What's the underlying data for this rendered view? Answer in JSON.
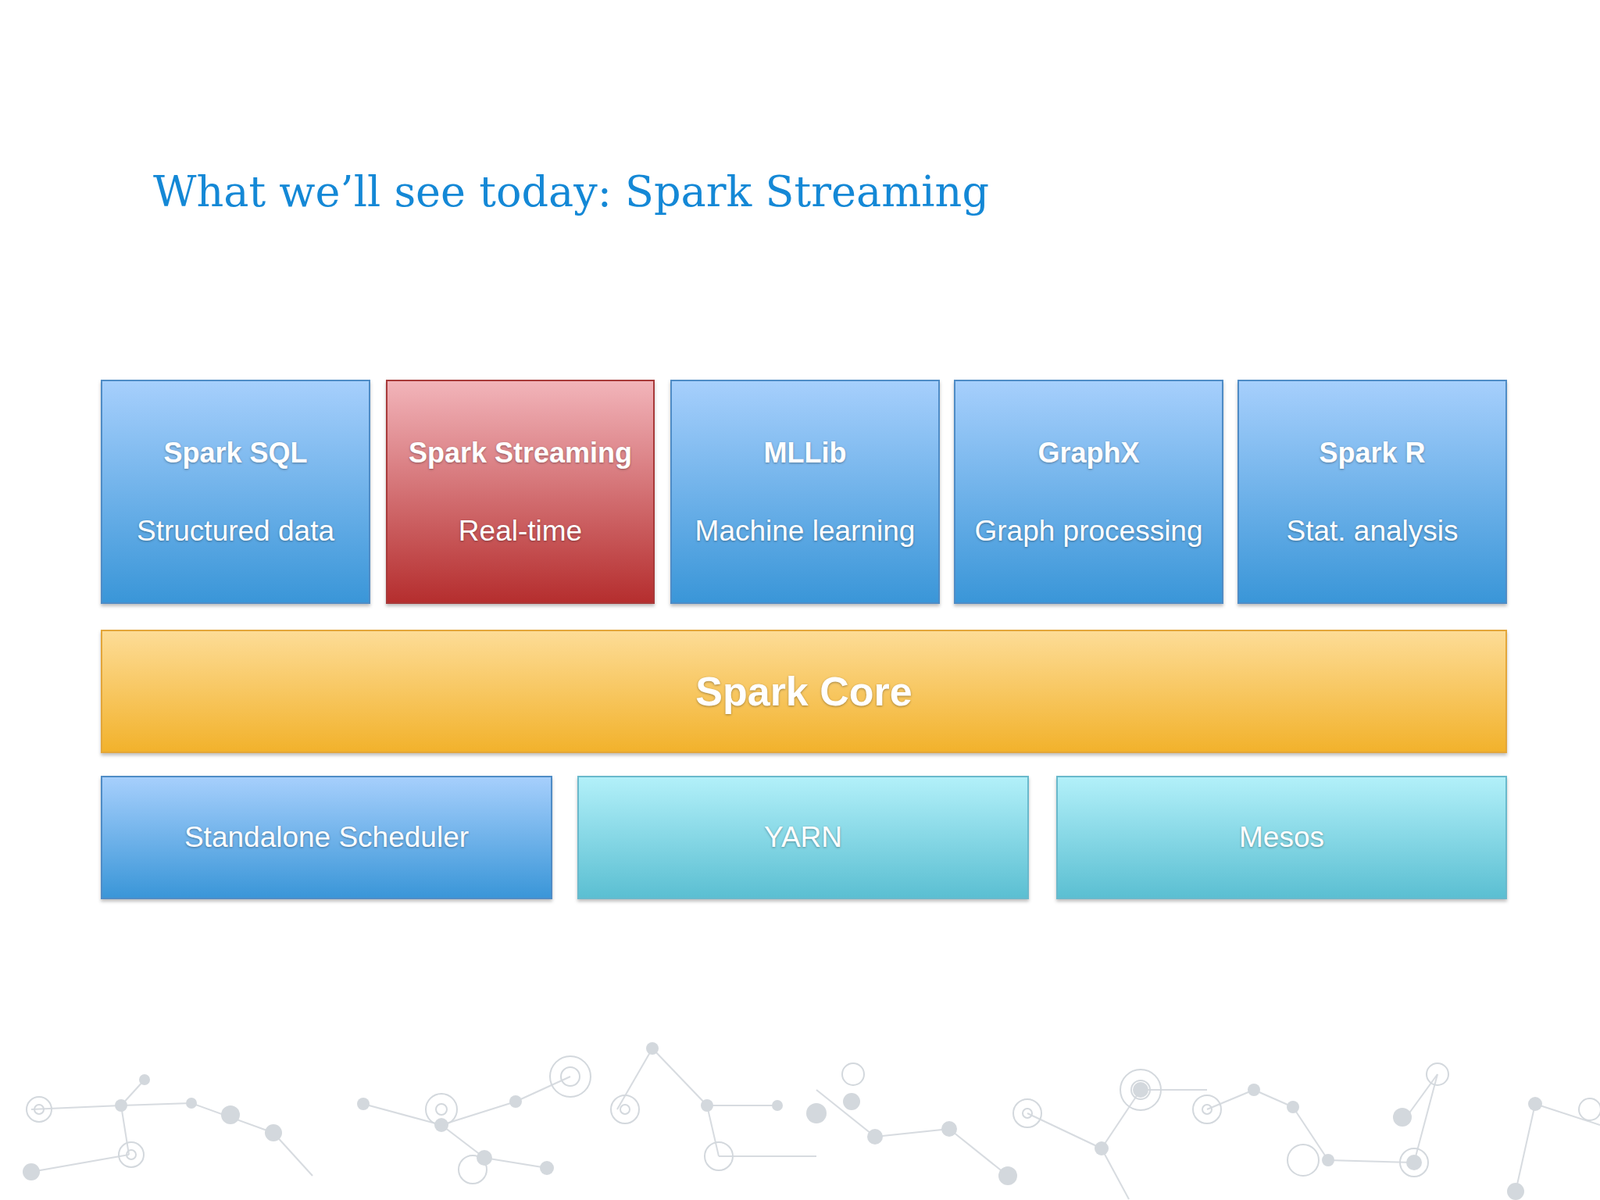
{
  "diagram": {
    "title": "What we’ll see today: Spark Streaming",
    "nodes": [
      {
        "text": [
          "Spark SQL",
          "Structured data"
        ]
      },
      {
        "text": [
          "Spark Streaming",
          "Real-time"
        ]
      },
      {
        "text": [
          "MLLib",
          "Machine learning"
        ]
      },
      {
        "text": [
          "GraphX",
          "Graph processing"
        ]
      },
      {
        "text": [
          "Spark R",
          "Stat. analysis"
        ]
      },
      {
        "text": [
          "Spark Core"
        ]
      },
      {
        "text": [
          "Standalone Scheduler"
        ]
      },
      {
        "text": [
          "YARN"
        ]
      },
      {
        "text": [
          "Mesos"
        ]
      }
    ]
  }
}
